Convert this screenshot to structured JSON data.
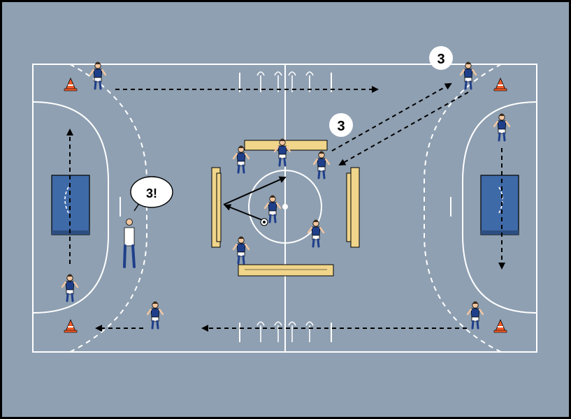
{
  "badges": {
    "left_number": "3",
    "right_number": "3"
  },
  "coach": {
    "speech": "3!"
  },
  "colors": {
    "background": "#8fa0b2",
    "court_line": "#ffffff",
    "jersey": "#1f3f8a",
    "shorts": "#ffffff",
    "goal": "#3f6aa8",
    "bench": "#f0d58a",
    "cone": "#f05a28"
  },
  "legend_icons": [
    "player-icon",
    "coach-icon",
    "cone-icon",
    "ball-icon",
    "goal-icon",
    "bench-icon"
  ]
}
